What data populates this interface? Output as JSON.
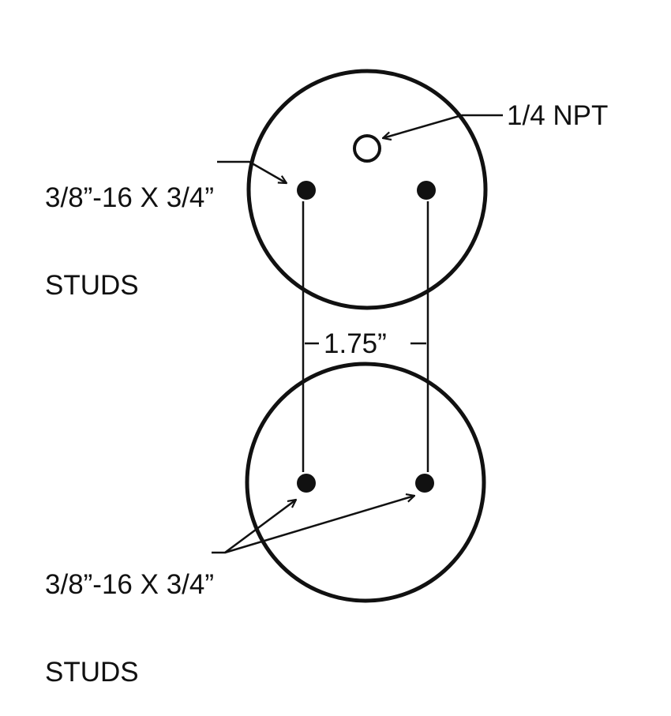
{
  "diagram": {
    "type": "air-spring-mounting-bolt-pattern",
    "colors": {
      "stroke": "#111111",
      "background": "#ffffff"
    },
    "top_plate": {
      "stud_label_line1": "3/8”-16 X 3/4”",
      "stud_label_line2": "STUDS",
      "port_label": "1/4 NPT",
      "stud_count": 2,
      "port_count": 1
    },
    "dimension": {
      "label": "1.75”"
    },
    "bottom_plate": {
      "stud_label_line1": "3/8”-16 X 3/4”",
      "stud_label_line2": "STUDS",
      "stud_count": 2
    }
  }
}
